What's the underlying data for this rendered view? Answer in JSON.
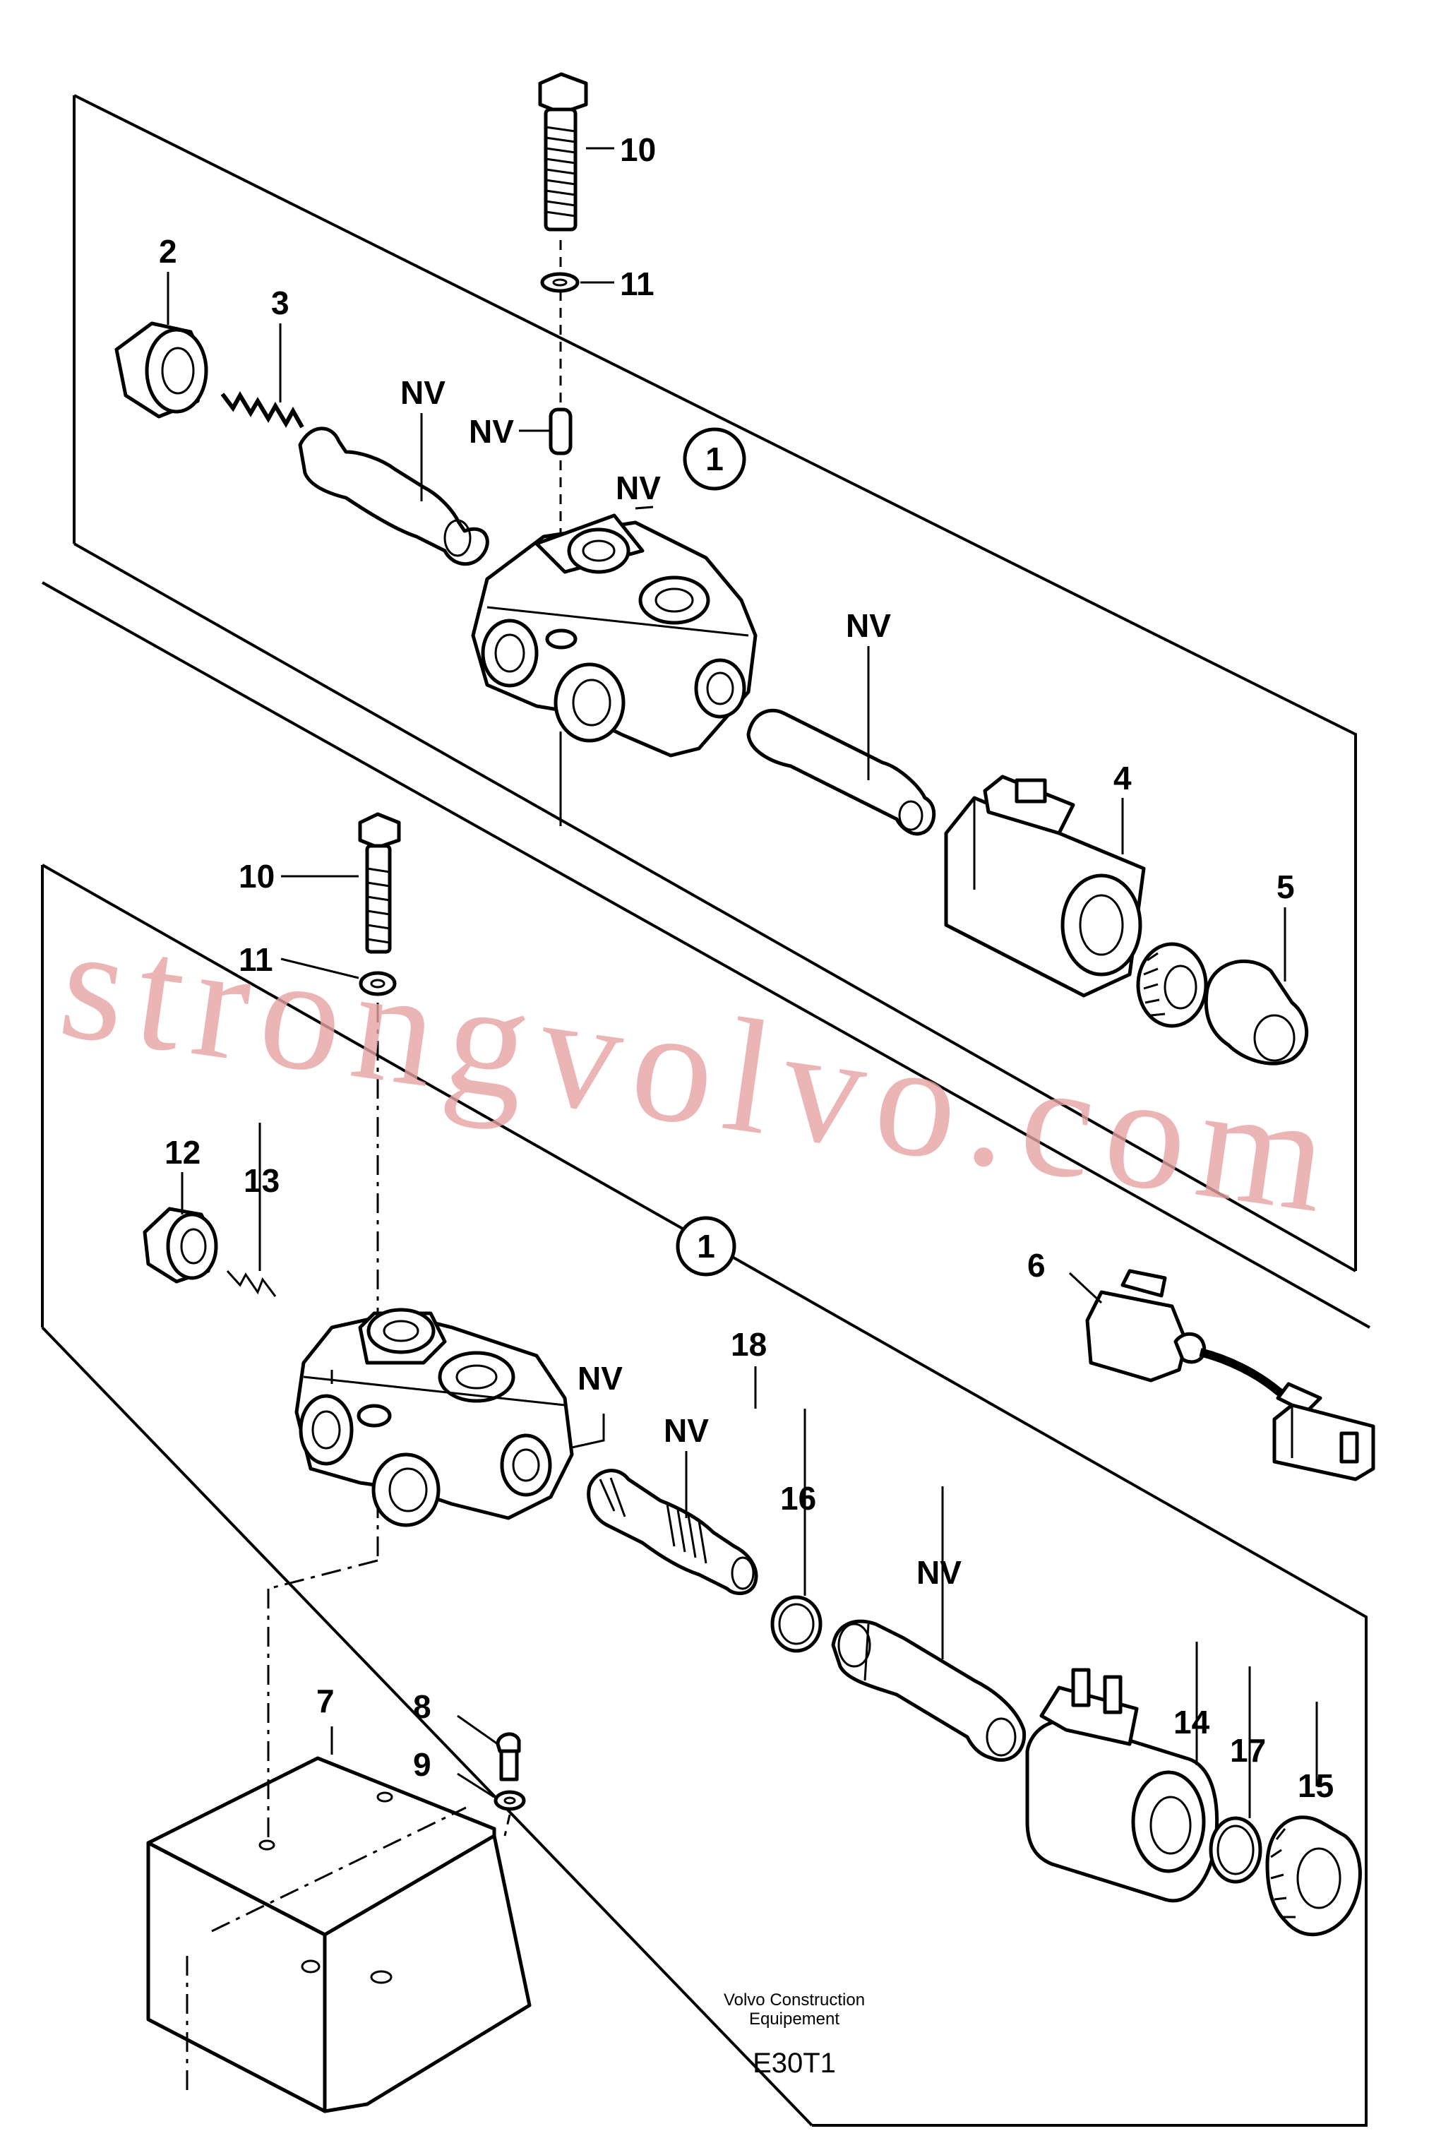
{
  "labels": {
    "p2": "2",
    "p3": "3",
    "p4": "4",
    "p5": "5",
    "p6": "6",
    "p7": "7",
    "p8": "8",
    "p9": "9",
    "p10_top": "10",
    "p11_top": "11",
    "p10_bottom": "10",
    "p11_bottom": "11",
    "p12": "12",
    "p13": "13",
    "p14": "14",
    "p15": "15",
    "p16": "16",
    "p17": "17",
    "p18": "18",
    "nv_spool_top": "NV",
    "nv_pin": "NV",
    "nv_body_top": "NV",
    "nv_tube_top": "NV",
    "nv_body_bottom": "NV",
    "nv_spool_bottom": "NV",
    "nv_tube_bottom": "NV",
    "circle1_top": "1",
    "circle1_bottom": "1"
  },
  "footer": {
    "maker_line1": "Volvo Construction",
    "maker_line2": "Equipement",
    "code": "E30T1"
  },
  "watermark": "strongvolvo.com"
}
